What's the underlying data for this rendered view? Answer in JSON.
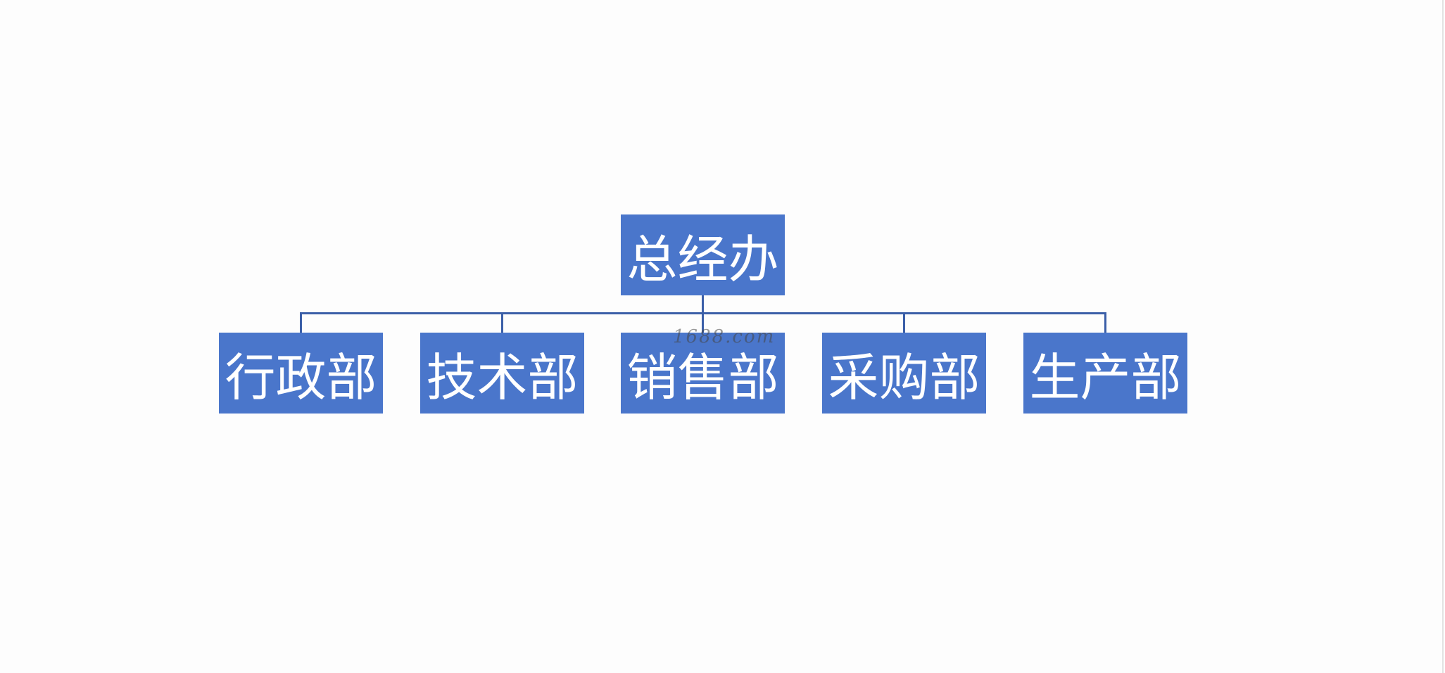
{
  "org_chart": {
    "root": {
      "label": "总经办"
    },
    "children": [
      {
        "label": "行政部"
      },
      {
        "label": "技术部"
      },
      {
        "label": "销售部"
      },
      {
        "label": "采购部"
      },
      {
        "label": "生产部"
      }
    ]
  },
  "watermark": "1688.com",
  "colors": {
    "node_fill": "#4a76cb",
    "node_text": "#ffffff",
    "connector": "#3b5fa8",
    "background": "#fdfdfd"
  }
}
